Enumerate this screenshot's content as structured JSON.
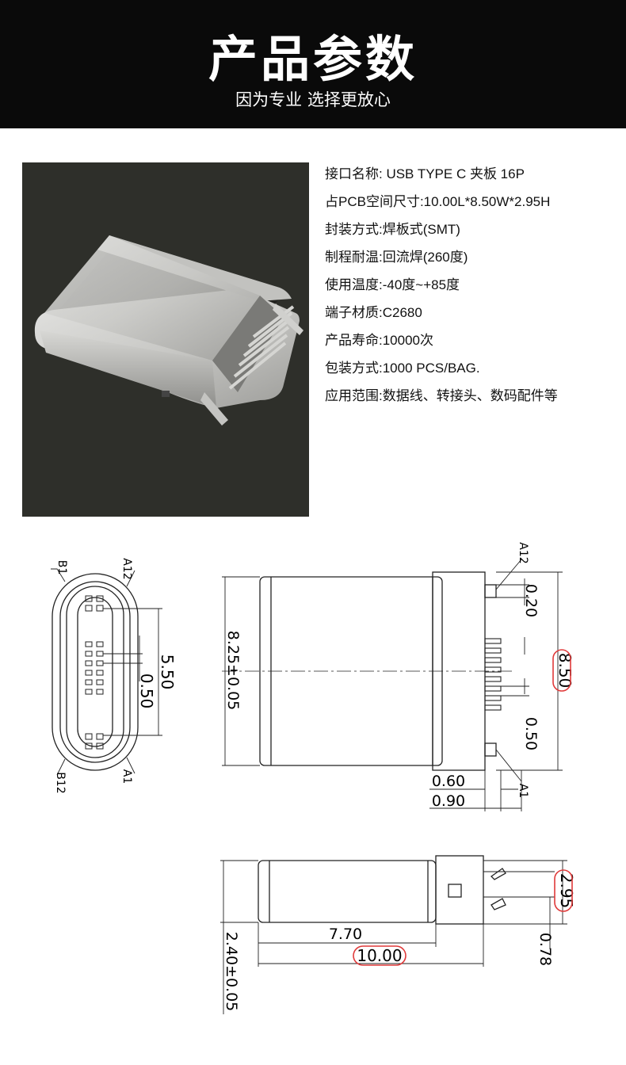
{
  "header": {
    "title": "产品参数",
    "subtitle": "因为专业 选择更放心"
  },
  "specs": [
    "接口名称: USB TYPE C 夹板 16P",
    "占PCB空间尺寸:10.00L*8.50W*2.95H",
    "封装方式:焊板式(SMT)",
    "制程耐温:回流焊(260度)",
    "使用温度:-40度~+85度",
    "端子材质:C2680",
    "产品寿命:10000次",
    "包装方式:1000 PCS/BAG.",
    "应用范围:数据线、转接头、数码配件等"
  ],
  "drawing": {
    "front": {
      "pin_b1": "B1",
      "pin_a12": "A12",
      "pin_b12": "B12",
      "pin_a1": "A1",
      "dim_span": "5.50",
      "dim_pitch": "0.50"
    },
    "top": {
      "dim_width": "8.25±0.05",
      "pin_a12": "A12",
      "pin_a1": "A1",
      "dim_020": "0.20",
      "dim_total_width": "8.50",
      "dim_050": "0.50",
      "dim_060": "0.60",
      "dim_090": "0.90"
    },
    "side": {
      "dim_270": "7.70",
      "dim_total_length": "10.00",
      "dim_height": "2.40±0.05",
      "dim_total_height": "2.95",
      "dim_078": "0.78"
    }
  },
  "colors": {
    "header_bg": "#0a0a0a",
    "photo_bg": "#2e2f2a",
    "highlight": "#e03a3a"
  }
}
